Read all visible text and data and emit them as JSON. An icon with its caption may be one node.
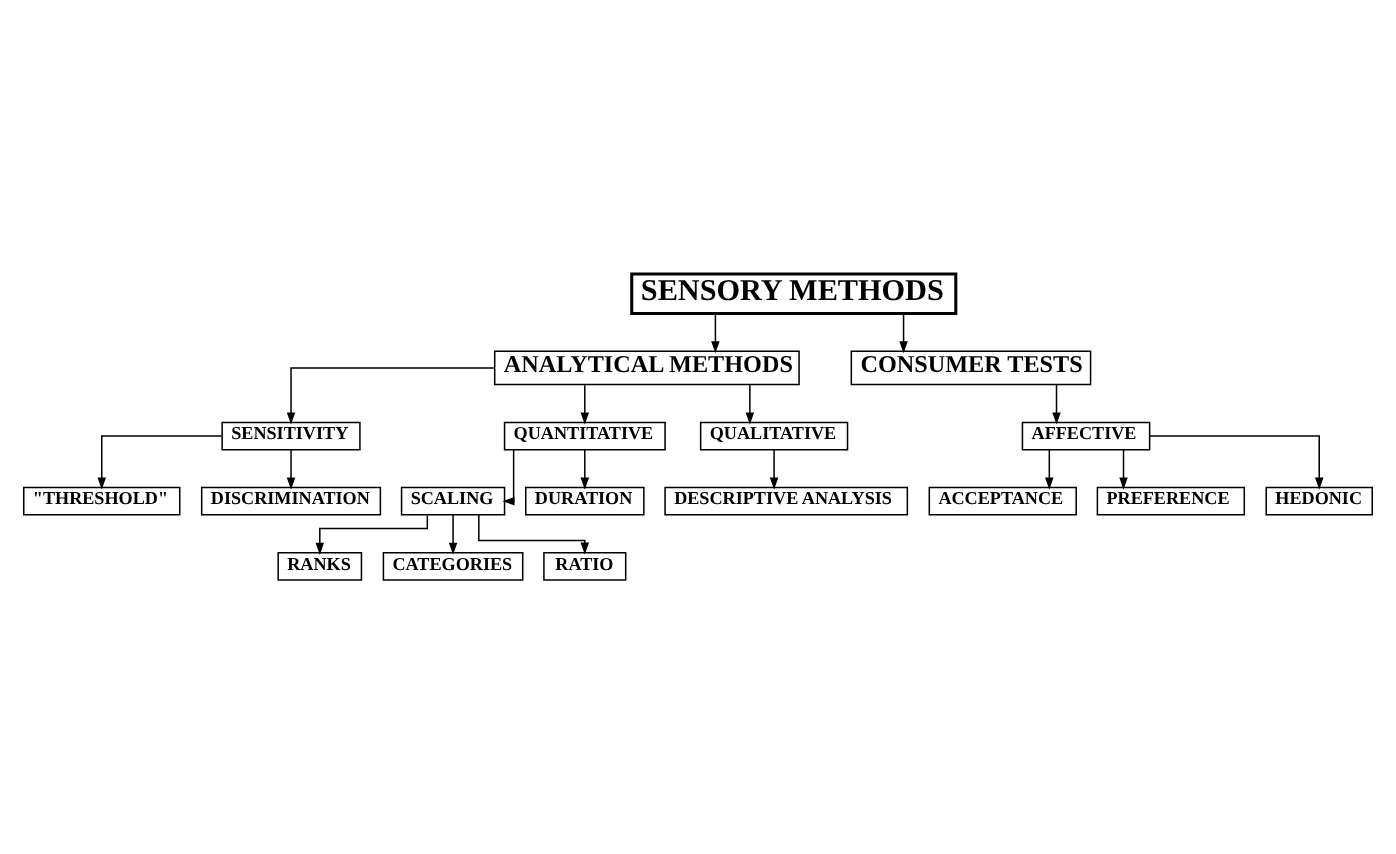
{
  "diagram": {
    "nodes": [
      {
        "text": [
          "SENSORY METHODS"
        ]
      },
      {
        "text": [
          "ANALYTICAL METHODS"
        ]
      },
      {
        "text": [
          "CONSUMER TESTS"
        ]
      },
      {
        "text": [
          "SENSITIVITY"
        ]
      },
      {
        "text": [
          "QUANTITATIVE"
        ]
      },
      {
        "text": [
          "QUALITATIVE"
        ]
      },
      {
        "text": [
          "AFFECTIVE"
        ]
      },
      {
        "text": [
          "\"THRESHOLD\""
        ]
      },
      {
        "text": [
          "SCALING"
        ]
      },
      {
        "text": [
          "DESCRIPTIVE ANALYSIS"
        ]
      },
      {
        "text": [
          "ACCEPTANCE"
        ]
      },
      {
        "text": [
          "RANKS"
        ]
      },
      {
        "text": [
          "PREFERENCE"
        ]
      },
      {
        "text": [
          "CATEGORIES"
        ]
      },
      {
        "text": [
          "DISCRIMINATION"
        ]
      },
      {
        "text": [
          "RATIO"
        ]
      },
      {
        "text": [
          "HEDONIC"
        ]
      },
      {
        "text": [
          "DURATION"
        ]
      }
    ],
    "edges": [
      {
        "from": 0,
        "to": 1,
        "arrow": "to"
      },
      {
        "from": 0,
        "to": 2,
        "arrow": "to"
      },
      {
        "from": 1,
        "to": 3,
        "arrow": "to"
      },
      {
        "from": 1,
        "to": 4,
        "arrow": "to"
      },
      {
        "from": 1,
        "to": 5,
        "arrow": "to"
      },
      {
        "from": 2,
        "to": 6,
        "arrow": "to"
      },
      {
        "from": 3,
        "to": 7,
        "arrow": "to"
      },
      {
        "from": 3,
        "to": 14,
        "arrow": "to"
      },
      {
        "from": 4,
        "to": 8,
        "arrow": "to"
      },
      {
        "from": 4,
        "to": 17,
        "arrow": "to"
      },
      {
        "from": 5,
        "to": 9,
        "arrow": "to"
      },
      {
        "from": 6,
        "to": 10,
        "arrow": "to"
      },
      {
        "from": 6,
        "to": 12,
        "arrow": "to"
      },
      {
        "from": 6,
        "to": 16,
        "arrow": "to"
      },
      {
        "from": 8,
        "to": 11,
        "arrow": "to"
      },
      {
        "from": 8,
        "to": 13,
        "arrow": "to"
      },
      {
        "from": 8,
        "to": 15,
        "arrow": "to"
      }
    ]
  }
}
